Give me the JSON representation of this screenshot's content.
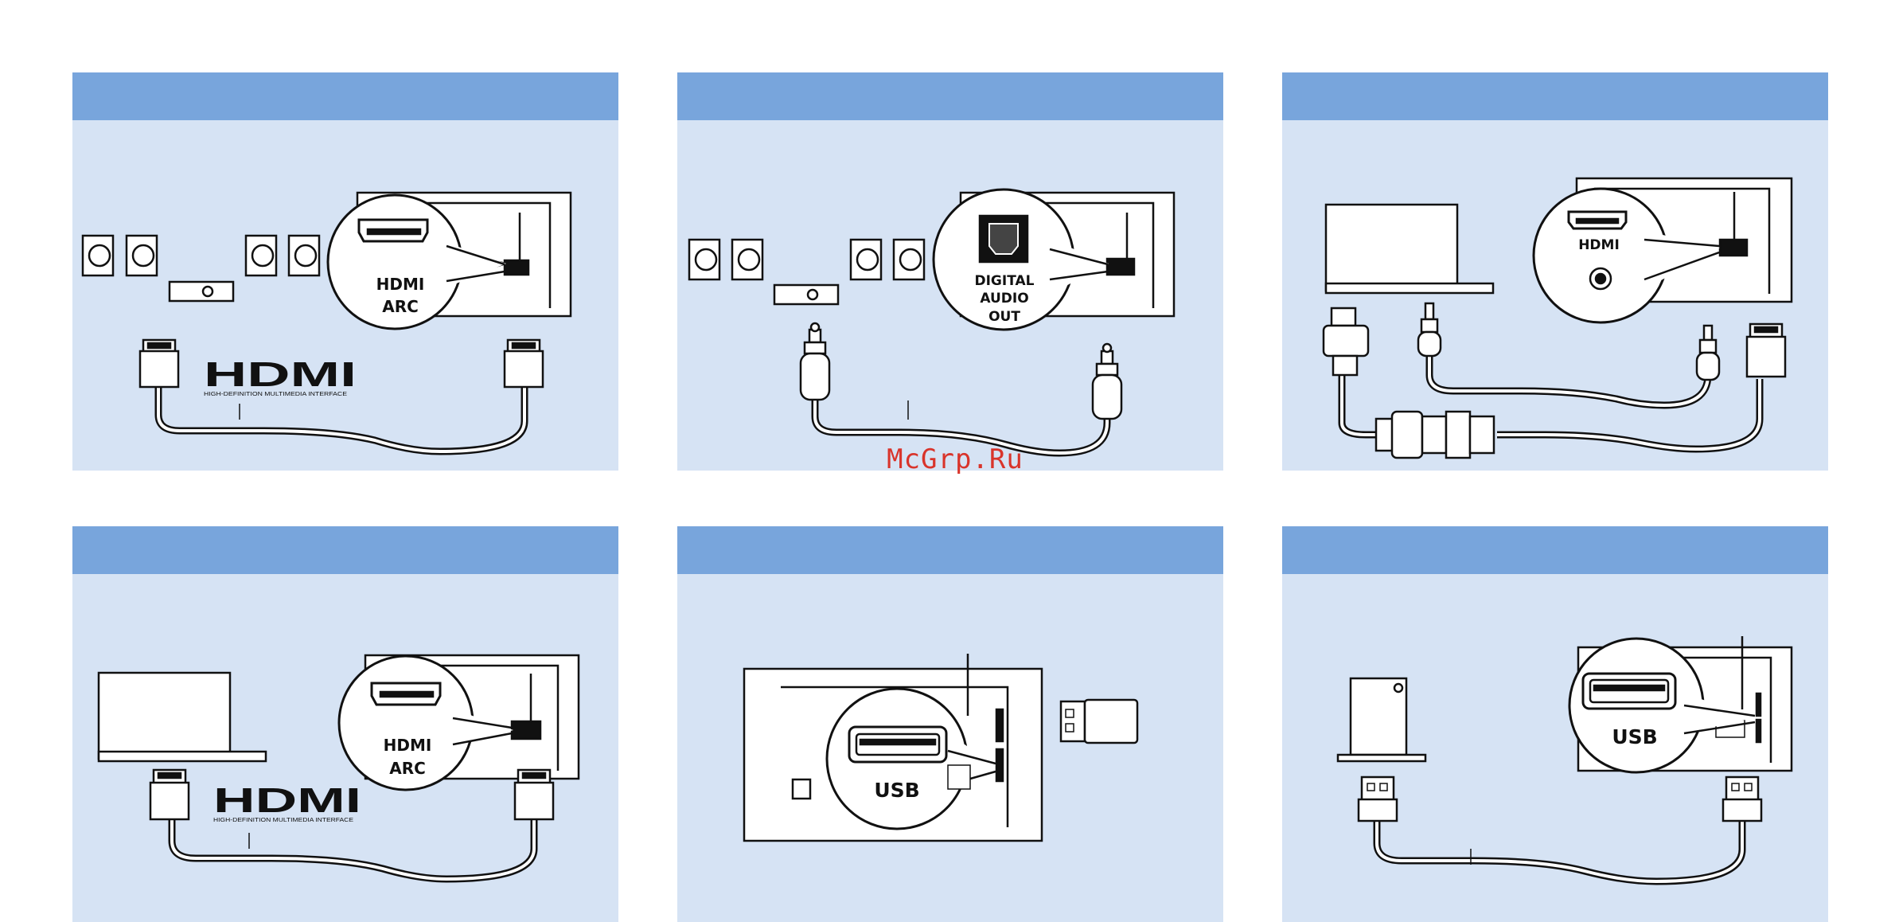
{
  "watermark": "McGrp.Ru",
  "labels": {
    "hdmi_arc_line1": "HDMI",
    "hdmi_arc_line2": "ARC",
    "digital_line1": "DIGITAL",
    "digital_line2": "AUDIO",
    "digital_line3": "OUT",
    "hdmi": "HDMI",
    "usb": "USB",
    "hdmi_logo": "HDMI",
    "hdmi_logo_sub": "HIGH-DEFINITION MULTIMEDIA INTERFACE"
  },
  "colors": {
    "panel_bg": "#d6e3f4",
    "panel_header": "#78a5dc",
    "line": "#111111",
    "device_fill": "#ffffff",
    "watermark": "#d9342b"
  },
  "icons": [
    "speaker-icon",
    "soundbar-icon",
    "hdmi-port-icon",
    "optical-port-icon",
    "laptop-icon",
    "vga-connector-icon",
    "audio-jack-icon",
    "usb-port-icon",
    "usb-stick-icon",
    "hard-drive-icon"
  ]
}
